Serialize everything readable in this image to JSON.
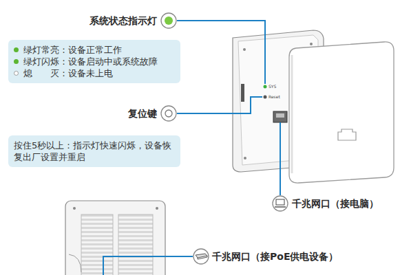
{
  "diagram": {
    "nodes": [
      {
        "text": [
          "绿灯常亮：设备正常工作",
          "绿灯闪烁：设备启动中或系统故障",
          "熄　　灭：设备未上电"
        ]
      },
      {
        "text": [
          "按住5秒以上：指示灯快速闪烁，设备恢复出厂设置并重启"
        ]
      }
    ],
    "labels": [
      "系统状态指示灯",
      "复位键",
      "千兆网口（接电脑）",
      "千兆网口（接PoE供电设备）",
      "SYS",
      "Reset"
    ]
  }
}
